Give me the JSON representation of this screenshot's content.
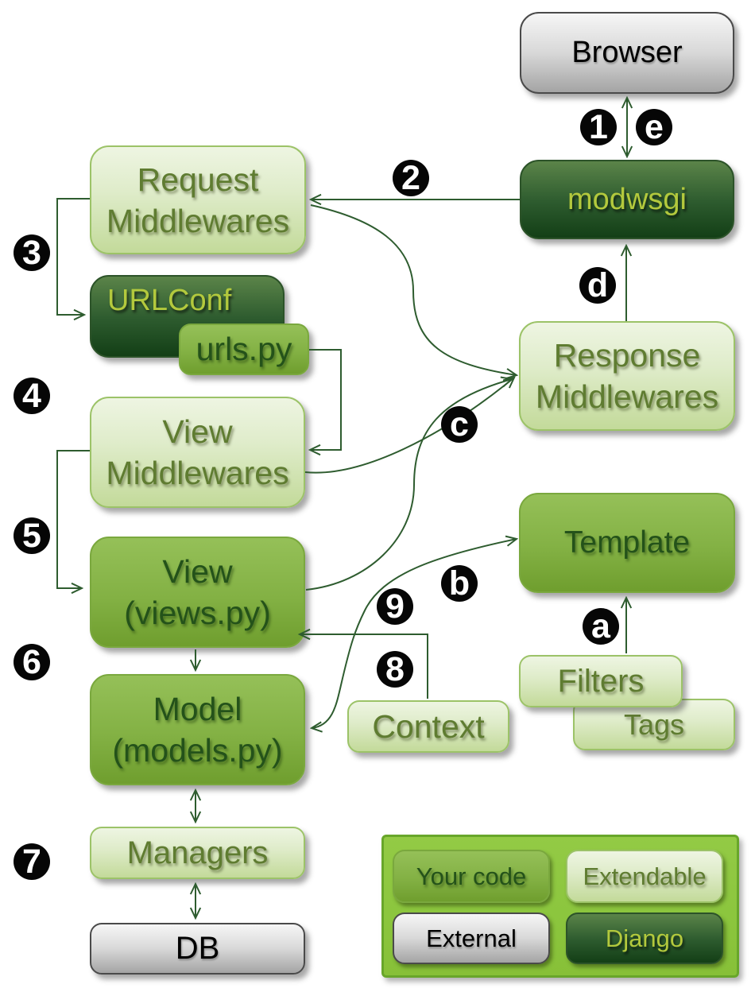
{
  "title": "Django request/response cycle diagram",
  "palette": {
    "background": "#ffffff",
    "arrow": "#2e5c2f",
    "badge_bg": "#050505",
    "badge_text": "#ffffff",
    "light_box_top": "#eff5e5",
    "light_box_bottom": "#c2da98",
    "light_box_border": "#9cc468",
    "light_box_text": "#66813a",
    "mid_box_top": "#98c25c",
    "mid_box_bottom": "#6f9f2e",
    "mid_box_text": "#2c5a11",
    "dark_box_top": "#587f48",
    "dark_box_bottom": "#1a4a1d",
    "dark_box_text": "#b5cb3d",
    "gray_box_top": "#f8f8f8",
    "gray_box_bottom": "#a8a8a8",
    "gray_box_text": "#000000",
    "legend_bg": "#8cc63e",
    "legend_border": "#5fa226"
  },
  "boxes": {
    "browser": {
      "label": "Browser"
    },
    "modwsgi": {
      "label": "modwsgi"
    },
    "request_mw": {
      "line1": "Request",
      "line2": "Middlewares"
    },
    "urlconf": {
      "label": "URLConf"
    },
    "urlspy": {
      "label": "urls.py"
    },
    "view_mw": {
      "line1": "View",
      "line2": "Middlewares"
    },
    "view": {
      "line1": "View",
      "line2": "(views.py)"
    },
    "model": {
      "line1": "Model",
      "line2": "(models.py)"
    },
    "managers": {
      "label": "Managers"
    },
    "db": {
      "label": "DB"
    },
    "response_mw": {
      "line1": "Response",
      "line2": "Middlewares"
    },
    "template": {
      "label": "Template"
    },
    "filters": {
      "label": "Filters"
    },
    "tags": {
      "label": "Tags"
    },
    "context": {
      "label": "Context"
    }
  },
  "steps": {
    "n1": "1",
    "n2": "2",
    "n3": "3",
    "n4": "4",
    "n5": "5",
    "n6": "6",
    "n7": "7",
    "n8": "8",
    "n9": "9",
    "a": "a",
    "b": "b",
    "c": "c",
    "d": "d",
    "e": "e"
  },
  "legend": {
    "your_code": "Your code",
    "extendable": "Extendable",
    "external": "External",
    "django": "Django"
  }
}
